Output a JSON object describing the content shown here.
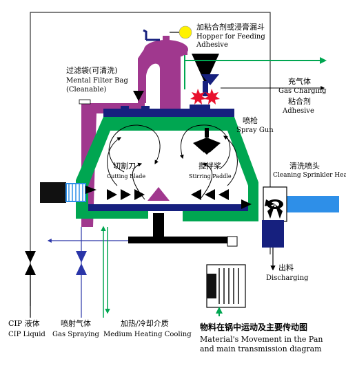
{
  "labels": {
    "hopper_zh": "加粘合剂或浸膏漏斗",
    "hopper_en_1": "Hopper for Feeding",
    "hopper_en_2": "Adhesive",
    "filter_zh": "过滤袋(可清洗)",
    "filter_en_1": "Mental Filter Bag",
    "filter_en_2": "(Cleanable)",
    "gas_zh": "充气体",
    "gas_en": "Gas Charging",
    "adhesive_zh": "粘合剂",
    "adhesive_en": "Adhesive",
    "spray_zh": "喷枪",
    "spray_en": "Spray Gun",
    "cutting_zh": "切割刀",
    "cutting_en": "Cutting Blade",
    "paddle_zh": "搅拌桨",
    "paddle_en": "Stirring Paddle",
    "cleaning_zh": "清洗喷头",
    "cleaning_en": "Cleaning Sprinkler Head",
    "discharging_zh": "出料",
    "discharging_en": "Discharging",
    "cip_zh": "CIP 液体",
    "cip_en": "CIP Liquid",
    "gasspray_zh": "喷射气体",
    "gasspray_en": "Gas Spraying",
    "medium_zh": "加热/冷却介质",
    "medium_en": "Medium Heating Cooling",
    "caption_zh": "物料在锅中运动及主要传动图",
    "caption_en_1": "Material's Movement in the Pan",
    "caption_en_2": "and main transmission diagram"
  },
  "colors": {
    "pot_green": "#00a651",
    "pink": "#a0388e",
    "navy": "#16207e",
    "blue": "#2a35a8",
    "lightblue": "#2e8fe8",
    "red": "#e8112d",
    "yellow": "#fff200",
    "black": "#000000"
  }
}
